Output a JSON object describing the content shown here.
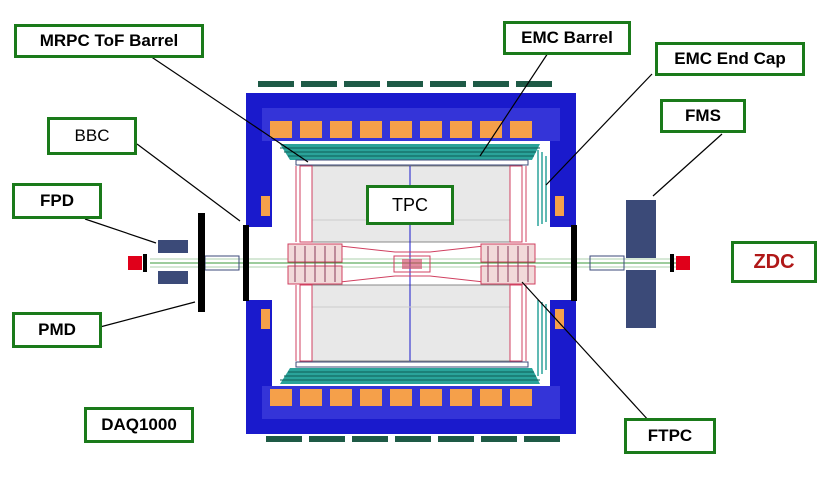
{
  "labels": {
    "mrpc_tof_barrel": "MRPC ToF Barrel",
    "emc_barrel": "EMC Barrel",
    "emc_end_cap": "EMC End Cap",
    "bbc": "BBC",
    "fms": "FMS",
    "fpd": "FPD",
    "tpc": "TPC",
    "zdc": "ZDC",
    "pmd": "PMD",
    "daq1000": "DAQ1000",
    "ftpc": "FTPC"
  },
  "colors": {
    "label_border": "#1a7a1a",
    "magnet_blue": "#1a1acc",
    "magnet_orange": "#f5a04a",
    "dark_green": "#1e5a46",
    "teal": "#2aa39a",
    "detector_navy": "#3b4a78",
    "beam_marker_red": "#e0001a",
    "zdc_text": "#b01818",
    "tpc_gray": "#e8e8e8",
    "accent_pink": "#d04060"
  }
}
